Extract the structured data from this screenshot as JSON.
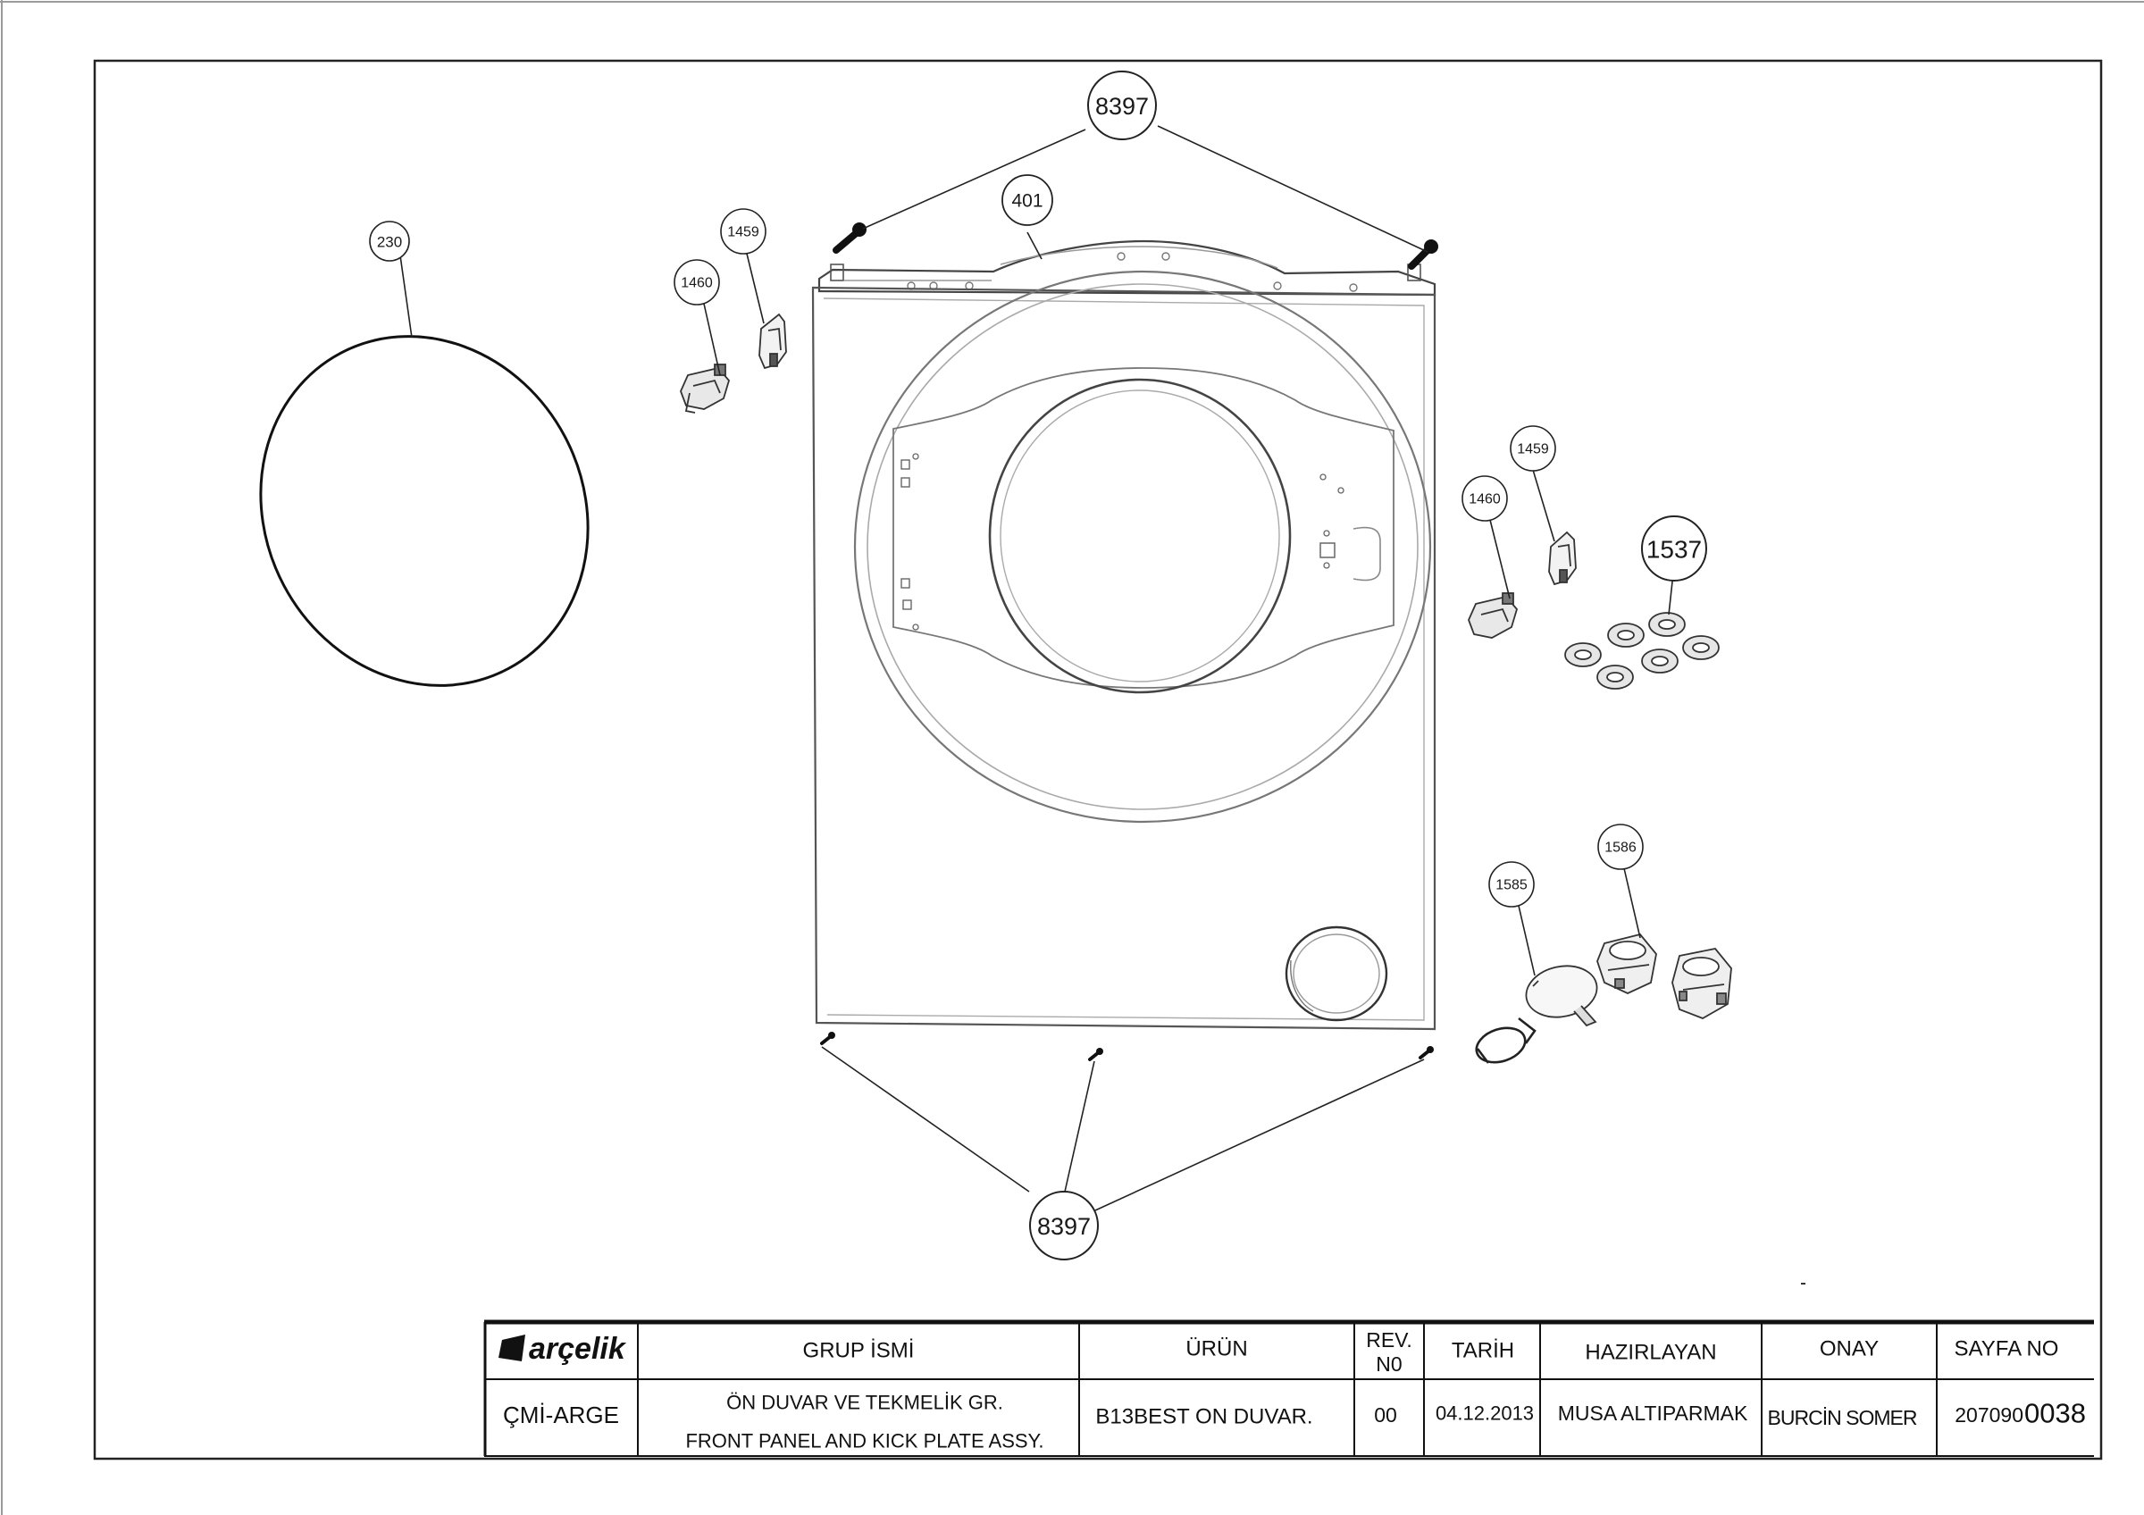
{
  "callouts": {
    "c230": "230",
    "c1459_left": "1459",
    "c1460_left": "1460",
    "c401": "401",
    "c8397_top": "8397",
    "c1459_right": "1459",
    "c1460_right": "1460",
    "c1537": "1537",
    "c1585": "1585",
    "c1586": "1586",
    "c8397_bottom": "8397"
  },
  "title_block": {
    "logo_text": "arçelik",
    "headers": {
      "group_name": "GRUP İSMİ",
      "product": "ÜRÜN",
      "rev_line1": "REV.",
      "rev_line2": "N0",
      "date": "TARİH",
      "prepared_by": "HAZIRLAYAN",
      "approval": "ONAY",
      "page_no": "SAYFA NO"
    },
    "values": {
      "department": "ÇMİ-ARGE",
      "group_name_tr": "ÖN DUVAR VE TEKMELİK GR.",
      "group_name_en": "FRONT PANEL AND KICK PLATE ASSY.",
      "product": "B13BEST ON DUVAR.",
      "rev": "00",
      "date": "04.12.2013",
      "prepared_by": "MUSA ALTIPARMAK",
      "approval": "BURCİN SOMER",
      "page_no_prefix": "207090",
      "page_no_suffix": "0038"
    }
  }
}
